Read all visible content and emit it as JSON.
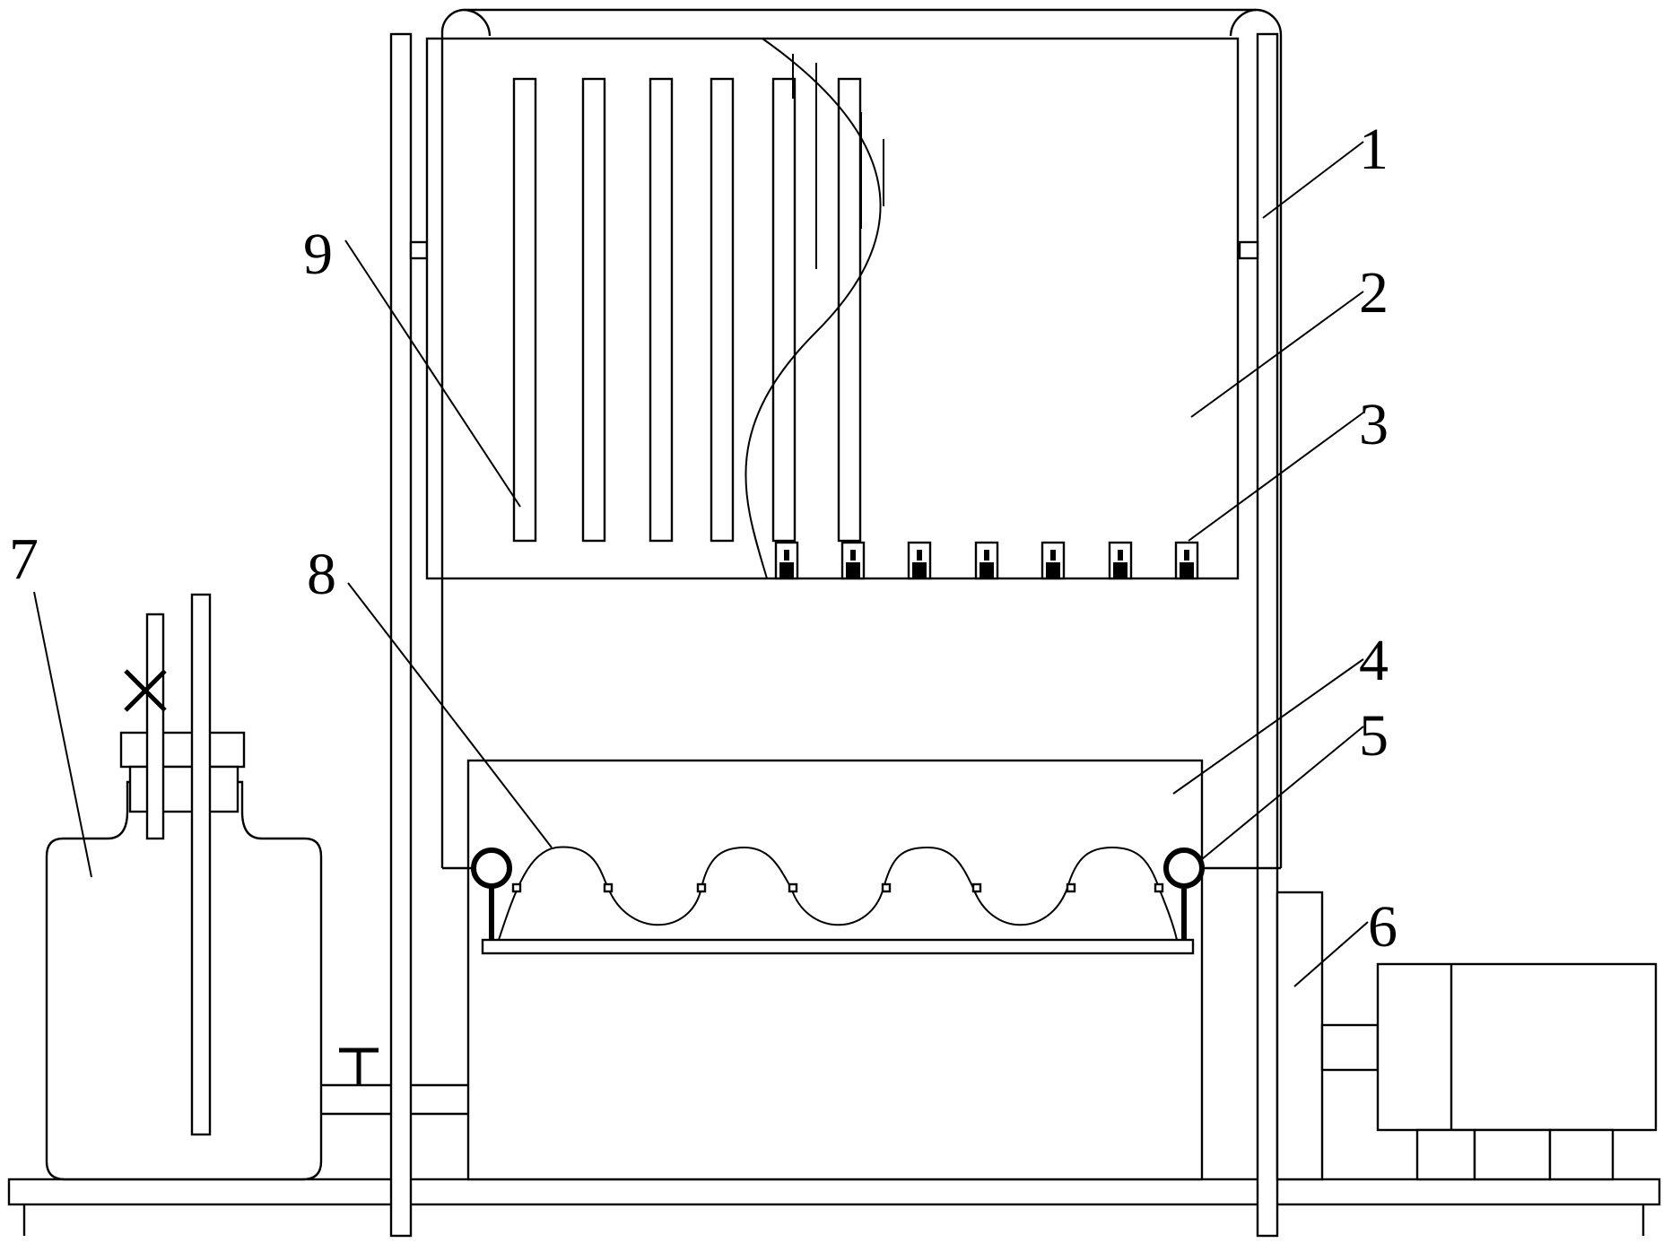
{
  "diagram": {
    "labels": {
      "frame": "1",
      "chamber": "2",
      "nozzle": "3",
      "tank": "4",
      "reel": "5",
      "pump": "6",
      "bottle": "7",
      "film": "8",
      "partition": "9"
    }
  }
}
